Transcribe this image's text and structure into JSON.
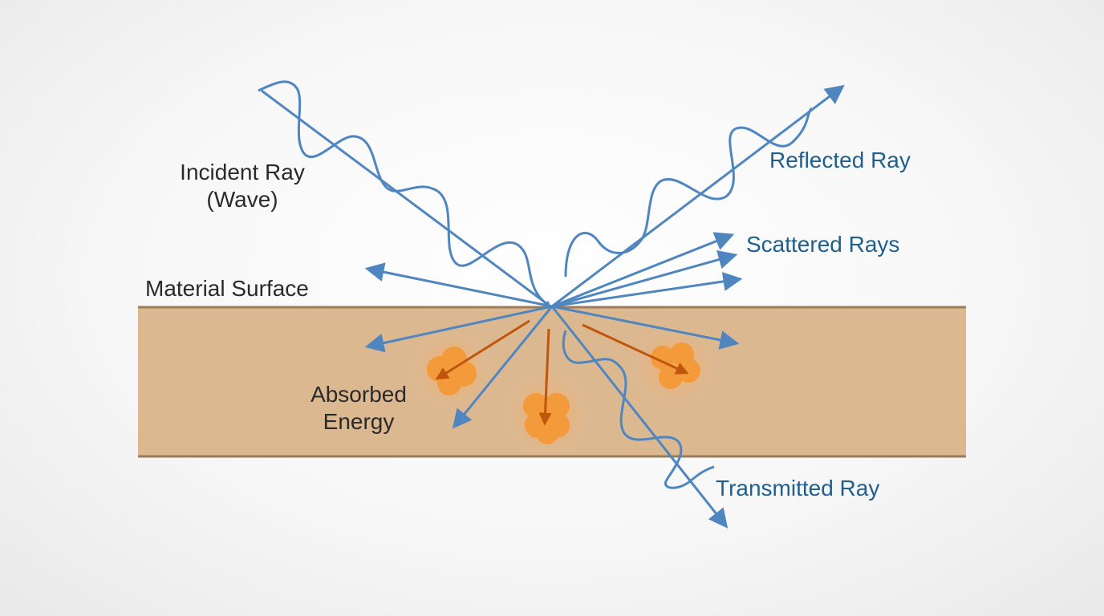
{
  "labels": {
    "incident_line1": "Incident Ray",
    "incident_line2": "(Wave)",
    "reflected": "Reflected Ray",
    "scattered": "Scattered Rays",
    "material_surface": "Material Surface",
    "absorbed_line1": "Absorbed",
    "absorbed_line2": "Energy",
    "transmitted": "Transmitted Ray"
  },
  "colors": {
    "ray": "#4f86c0",
    "material_fill": "#dcb891",
    "material_edge": "#9c7b5c",
    "absorbed_glow": "#f39a3a",
    "absorbed_arrow": "#c0550c",
    "dark_text": "#2a2a2a",
    "blue_text": "#1f5f8e"
  }
}
